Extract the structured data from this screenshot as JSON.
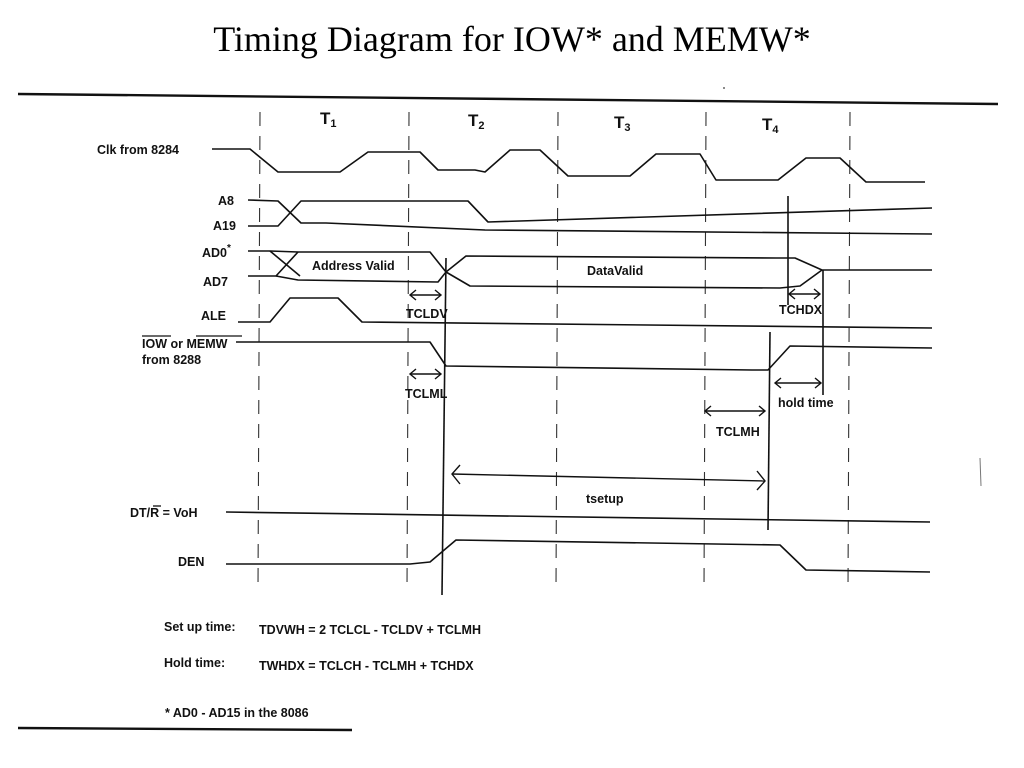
{
  "title": "Timing Diagram for IOW* and MEMW*",
  "clock_states": [
    {
      "main": "T",
      "sub": "1"
    },
    {
      "main": "T",
      "sub": "2"
    },
    {
      "main": "T",
      "sub": "3"
    },
    {
      "main": "T",
      "sub": "4"
    }
  ],
  "signals": {
    "clk": "Clk from 8284",
    "a8": "A8",
    "a19": "A19",
    "ad0": "AD0",
    "ad0_mark": "*",
    "ad7": "AD7",
    "ale": "ALE",
    "iow_a": "IOW",
    "iow_or": "or",
    "iow_b": "MEMW",
    "iow_from": "from 8288",
    "dtr_a": "DT/",
    "dtr_b": "R",
    "dtr_c": " = VoH",
    "den": "DEN"
  },
  "bus_labels": {
    "address_valid": "Address Valid",
    "data_valid": "DataValid"
  },
  "timing_labels": {
    "tcldv": "TCLDV",
    "tchdx": "TCHDX",
    "tclml": "TCLML",
    "hold_time": "hold time",
    "tclmh": "TCLMH",
    "tsetup": "tsetup"
  },
  "formulas": {
    "setup_label": "Set up time:",
    "setup_eq": "TDVWH = 2 TCLCL - TCLDV + TCLMH",
    "hold_label": "Hold time:",
    "hold_eq": "TWHDX = TCLCH - TCLMH + TCHDX"
  },
  "footnote": "* AD0 - AD15 in the 8086"
}
